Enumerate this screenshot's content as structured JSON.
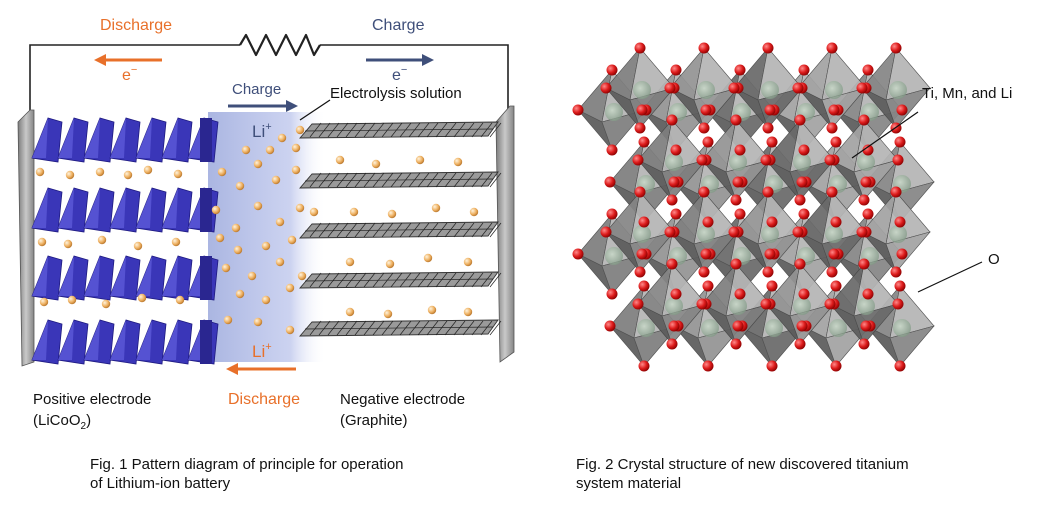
{
  "fig1": {
    "discharge_top": "Discharge",
    "charge_top": "Charge",
    "electron": "e",
    "electron_sup": "−",
    "charge_mid": "Charge",
    "electrolysis": "Electrolysis solution",
    "li_top": "Li",
    "li_sup": "+",
    "li_bottom": "Li",
    "discharge_bottom": "Discharge",
    "positive_label": "Positive electrode",
    "positive_formula_a": "(LiCoO",
    "positive_formula_sub": "2",
    "positive_formula_b": ")",
    "negative_label": "Negative electrode",
    "negative_formula": "(Graphite)",
    "caption_line1": "Fig. 1 Pattern diagram of principle for operation",
    "caption_line2": "of Lithium-ion battery"
  },
  "fig2": {
    "label_ti": "Ti, Mn, and Li",
    "label_o": "O",
    "caption_line1": "Fig. 2 Crystal structure of new discovered titanium",
    "caption_line2": "system material"
  },
  "colors": {
    "discharge": "#e8702a",
    "charge": "#3f4f7a",
    "electrode": "#3a36b8",
    "electrolyte": "#b9c2e6",
    "lithium": "#e8a955",
    "oxygen": "#d61818",
    "octahedron": "#8a8a8a"
  }
}
